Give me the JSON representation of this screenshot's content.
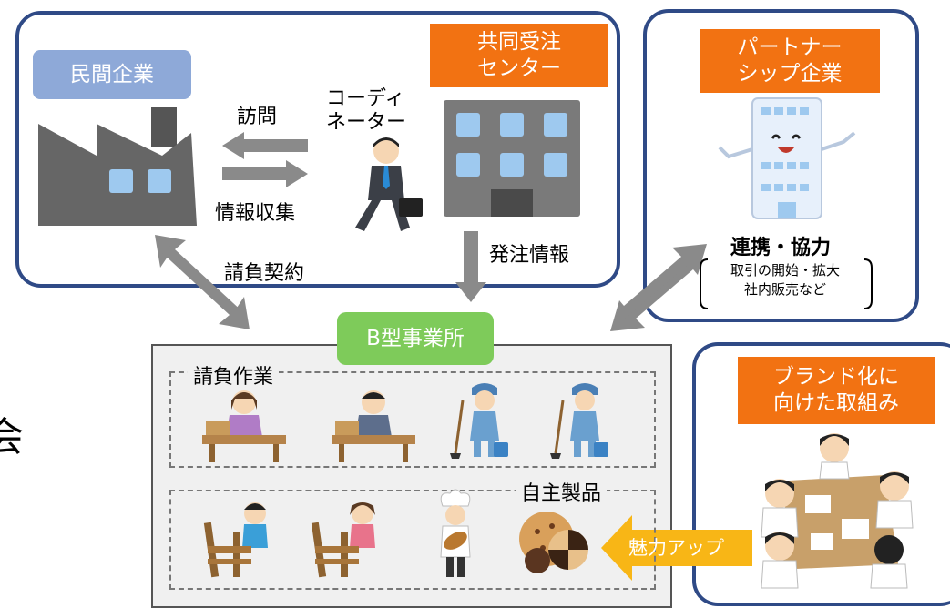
{
  "private_company": {
    "tag": "民間企業"
  },
  "joint_center": {
    "tag_line1": "共同受注",
    "tag_line2": "センター"
  },
  "partnership": {
    "tag_line1": "パートナー",
    "tag_line2": "シップ企業"
  },
  "branding": {
    "tag_line1": "ブランド化に",
    "tag_line2": "向けた取組み"
  },
  "flow": {
    "visit": "訪問",
    "info_gathering": "情報収集",
    "coordinator_line1": "コーディ",
    "coordinator_line2": "ネーター",
    "order_info": "発注情報",
    "contract": "請負契約"
  },
  "cooperation": {
    "title": "連携・協力",
    "detail_line1": "取引の開始・拡大",
    "detail_line2": "社内販売など"
  },
  "facility": {
    "tag": "B型事業所",
    "contract_work": "請負作業",
    "own_products": "自主製品"
  },
  "appeal": "魅力アップ",
  "edge_char": "会",
  "colors": {
    "navy_border": "#2f4a86",
    "orange": "#f27212",
    "blue_tag": "#8ea9d8",
    "green_tag": "#7ecb5a",
    "arrow_gray": "#8a8a8a",
    "appeal_yellow": "#f8b616"
  }
}
